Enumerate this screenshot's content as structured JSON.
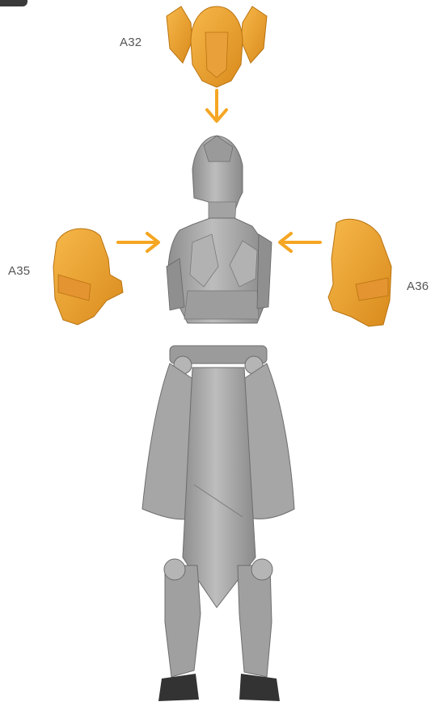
{
  "parts": [
    {
      "id": "A32",
      "label": "A32",
      "name": "helmet"
    },
    {
      "id": "A35",
      "label": "A35",
      "name": "right-arm"
    },
    {
      "id": "A36",
      "label": "A36",
      "name": "left-arm"
    }
  ],
  "colors": {
    "part_highlight": "#f0a432",
    "part_shadow": "#c97d12",
    "figure": "#a9a9a9",
    "figure_dark": "#7c7c7c",
    "arrow": "#f5a623",
    "label": "#555555"
  }
}
